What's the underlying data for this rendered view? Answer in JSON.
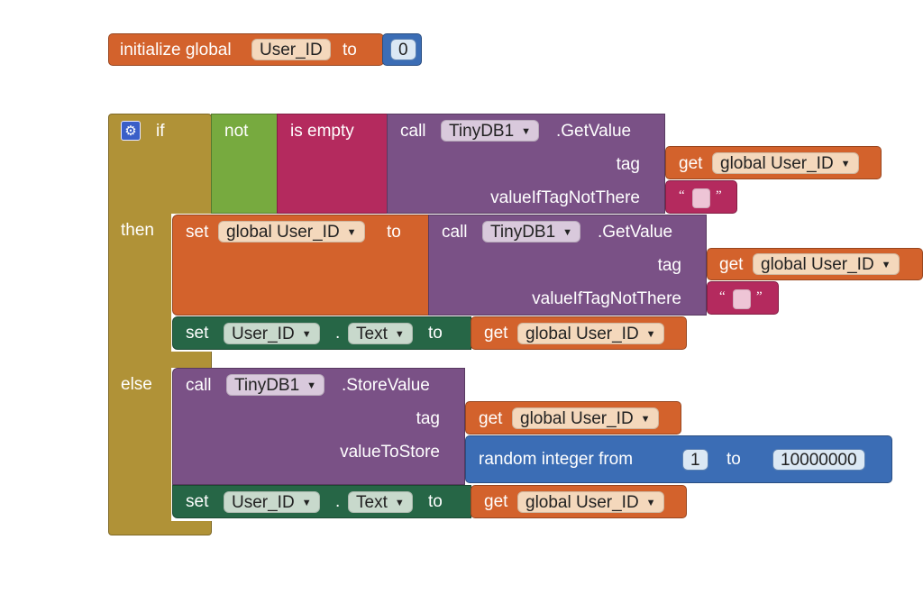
{
  "colors": {
    "global": "#d3622c",
    "control": "#b09237",
    "logic": "#77aa3f",
    "text": "#b42a5e",
    "call": "#7a5186",
    "component_set": "#266646",
    "math": "#3b6db5"
  },
  "init_block": {
    "label": "initialize global",
    "var_name": "User_ID",
    "to_label": "to",
    "value": "0"
  },
  "if_block": {
    "if_label": "if",
    "then_label": "then",
    "else_label": "else",
    "gear_icon": "gear-icon"
  },
  "not_block": {
    "label": "not"
  },
  "is_empty_block": {
    "label": "is empty"
  },
  "getvalue_1": {
    "call_label": "call",
    "component": "TinyDB1",
    "method": ".GetValue",
    "tag_label": "tag",
    "default_label": "valueIfTagNotThere"
  },
  "get_1": {
    "get_label": "get",
    "var": "global User_ID"
  },
  "set_global": {
    "set_label": "set",
    "var": "global User_ID",
    "to_label": "to"
  },
  "getvalue_2": {
    "call_label": "call",
    "component": "TinyDB1",
    "method": ".GetValue",
    "tag_label": "tag",
    "default_label": "valueIfTagNotThere"
  },
  "get_2": {
    "get_label": "get",
    "var": "global User_ID"
  },
  "set_text_1": {
    "set_label": "set",
    "component": "User_ID",
    "dot": ".",
    "property": "Text",
    "to_label": "to"
  },
  "get_3": {
    "get_label": "get",
    "var": "global User_ID"
  },
  "store_value": {
    "call_label": "call",
    "component": "TinyDB1",
    "method": ".StoreValue",
    "tag_label": "tag",
    "value_label": "valueToStore"
  },
  "get_4": {
    "get_label": "get",
    "var": "global User_ID"
  },
  "random_block": {
    "label": "random integer from",
    "from": "1",
    "to_label": "to",
    "to": "10000000"
  },
  "set_text_2": {
    "set_label": "set",
    "component": "User_ID",
    "dot": ".",
    "property": "Text",
    "to_label": "to"
  },
  "get_5": {
    "get_label": "get",
    "var": "global User_ID"
  },
  "quote_open": "“",
  "quote_close": "”",
  "dropdown_arrow": "▼"
}
